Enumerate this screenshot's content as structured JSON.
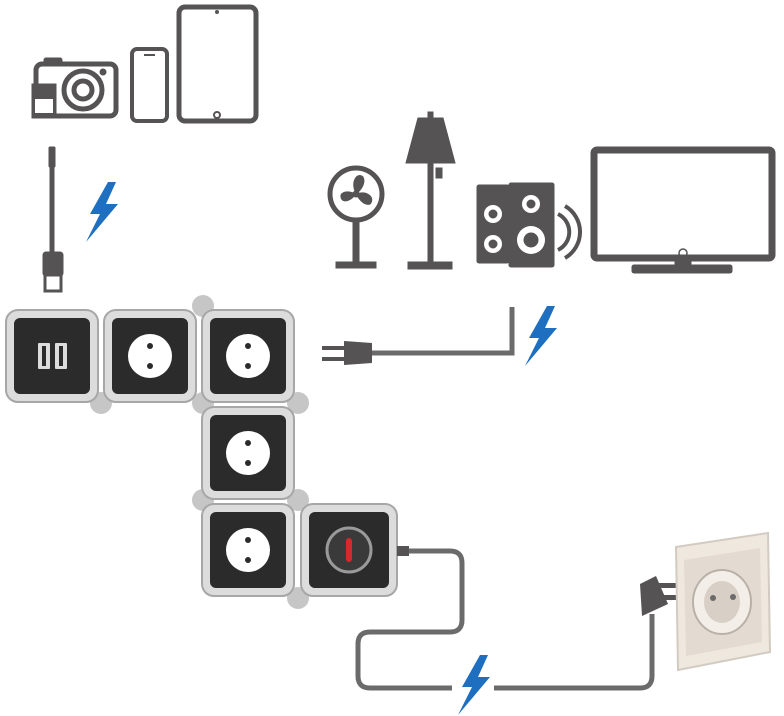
{
  "colors": {
    "device": "#555354",
    "module_frame": "#dcdcdc",
    "module_border": "#a7a7a7",
    "module_face": "#2b2b2b",
    "socket": "#ffffff",
    "connector": "#c6c6c6",
    "cable": "#6b6b6b",
    "bolt": "#1e6fc0",
    "switch": "#d42a2a",
    "wall_plate": "#efe8df"
  },
  "devices": {
    "top_left": [
      "camera-icon",
      "sd-card-icon",
      "smartphone-icon",
      "tablet-icon"
    ],
    "top_right": [
      "fan-icon",
      "floor-lamp-icon",
      "speakers-icon",
      "tv-icon"
    ]
  },
  "power_strip": {
    "modules": [
      "usb-module",
      "socket-module",
      "socket-module",
      "socket-module",
      "socket-module",
      "switch-module"
    ]
  },
  "connections": [
    "usb-cable",
    "appliance-plug-cable",
    "mains-cable"
  ],
  "wall_socket": "wall-outlet-icon"
}
